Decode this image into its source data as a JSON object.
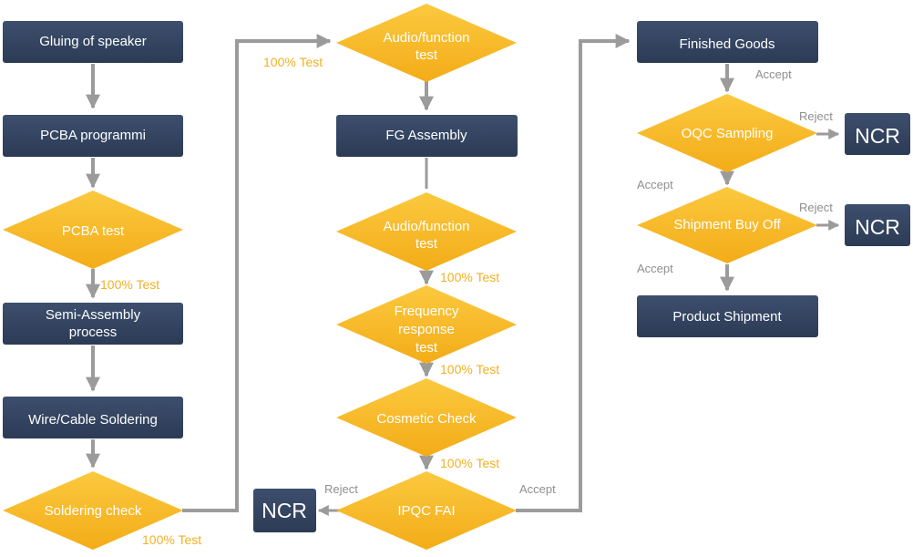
{
  "colors": {
    "box": "#2f3f5b",
    "box_top": "#3d4f6e",
    "diamond": "#f6b320",
    "diamond_light": "#fbc93f",
    "connector": "#9b9b9b",
    "test_label": "#f2b023",
    "decision_label": "#8f8f8f"
  },
  "nodes": {
    "gluing": "Gluing of speaker",
    "pcba_prog": "PCBA programmi",
    "pcba_test": "PCBA test",
    "semi1": "Semi-Assembly",
    "semi2": "process",
    "wire": "Wire/Cable  Soldering",
    "solder_check": "Soldering check",
    "audio1_1": "Audio/function",
    "audio1_2": "test",
    "fg_assembly": "FG  Assembly",
    "audio2_1": "Audio/function",
    "audio2_2": "test",
    "freq1": "Frequency",
    "freq2": "response",
    "freq3": "test",
    "cosmetic": "Cosmetic Check",
    "ipqc": "IPQC FAI",
    "ncr_ipqc": "NCR",
    "finished": "Finished Goods",
    "oqc": "OQC Sampling",
    "ncr_oqc": "NCR",
    "shipment_buyoff": "Shipment Buy Off",
    "ncr_ship": "NCR",
    "product_shipment": "Product Shipment"
  },
  "labels": {
    "test_pcba": "100% Test",
    "test_solder": "100% Test",
    "test_top": "100% Test",
    "test_audio2": "100% Test",
    "test_freq": "100% Test",
    "test_cosmetic": "100% Test",
    "reject_ipqc": "Reject",
    "accept_ipqc": "Accept",
    "accept_finished": "Accept",
    "reject_oqc": "Reject",
    "accept_oqc": "Accept",
    "reject_ship": "Reject",
    "accept_ship": "Accept"
  }
}
